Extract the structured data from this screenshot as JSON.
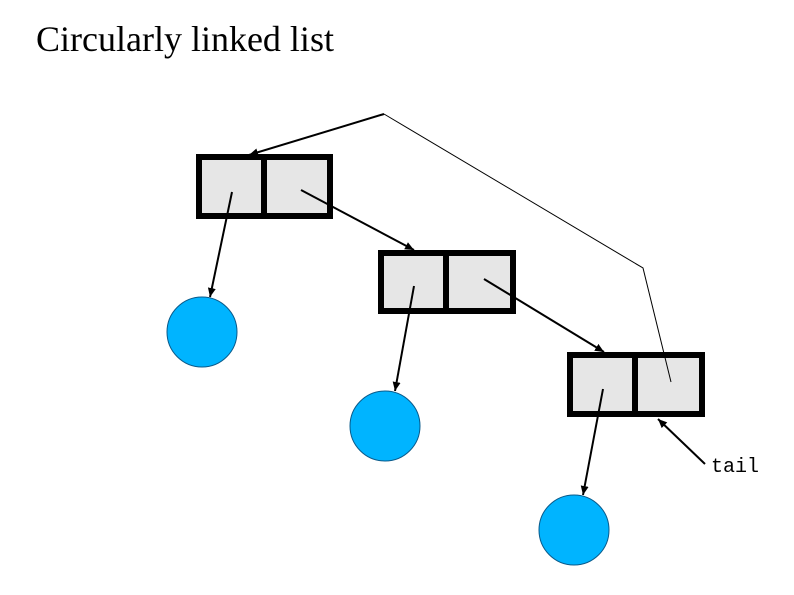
{
  "title": "Circularly linked list",
  "tail_label": "tail",
  "colors": {
    "node_fill": "#e6e6e6",
    "node_stroke": "#000000",
    "element_fill": "#00b4ff",
    "element_stroke": "#0a5a8a"
  },
  "nodes": [
    {
      "name": "node-1"
    },
    {
      "name": "node-2"
    },
    {
      "name": "node-3"
    }
  ],
  "elements": [
    {
      "name": "element-1"
    },
    {
      "name": "element-2"
    },
    {
      "name": "element-3"
    }
  ]
}
